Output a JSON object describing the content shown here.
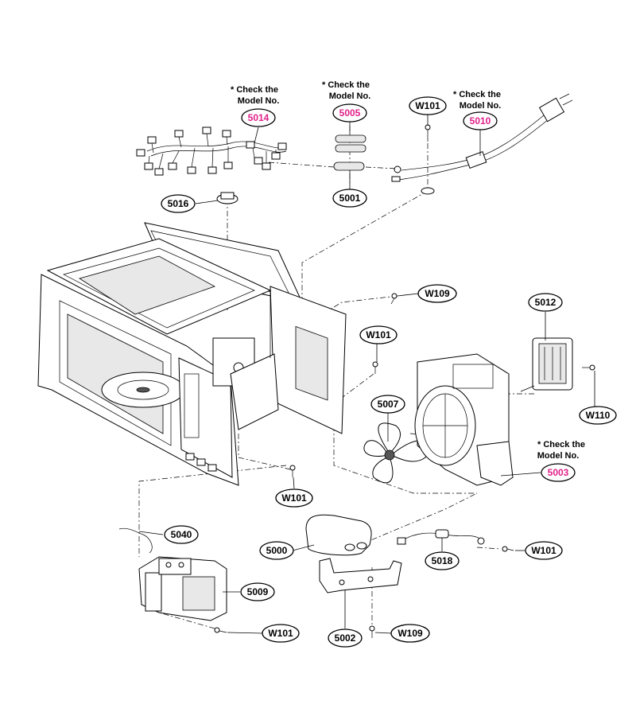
{
  "note_text": "* Check the Model No.",
  "note_line1": "* Check the",
  "note_line2": "Model No.",
  "highlight_color": "#e0218a",
  "labels": {
    "p5014": "5014",
    "p5005": "5005",
    "p5010": "5010",
    "p5001": "5001",
    "p5016": "5016",
    "w101_top": "W101",
    "w109_top": "W109",
    "w101_mid": "W101",
    "p5012": "5012",
    "w110": "W110",
    "p5007": "5007",
    "p5003": "5003",
    "w101_cavity": "W101",
    "p5040": "5040",
    "p5000": "5000",
    "w101_right": "W101",
    "p5018": "5018",
    "p5009": "5009",
    "w101_bottom": "W101",
    "p5002": "5002",
    "w109_bottom": "W109"
  }
}
